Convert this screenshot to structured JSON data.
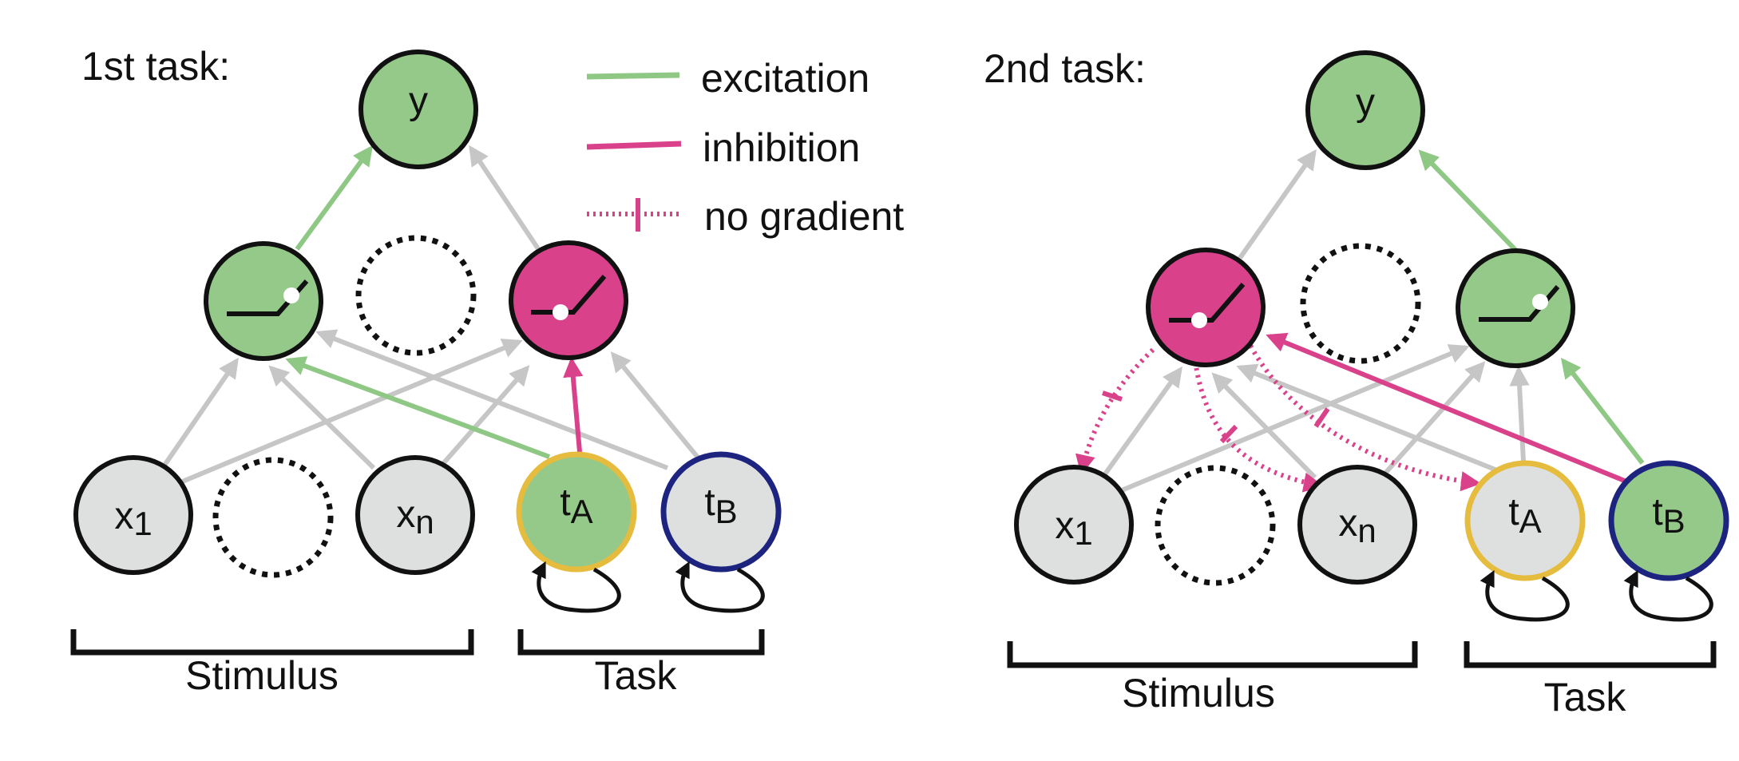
{
  "colors": {
    "excitation": "#8ec884",
    "inhibition": "#d9418a",
    "input_fill": "#dde0de",
    "active_fill": "#95c98a",
    "taskA_border": "#e5bc3d",
    "taskB_border": "#1c2480",
    "gray_edge": "#c6c6c6",
    "node_border": "#111111"
  },
  "legend": {
    "excitation": "excitation",
    "inhibition": "inhibition",
    "no_gradient": "no gradient"
  },
  "panel1": {
    "title": "1st task:",
    "output": "y",
    "x1": {
      "main": "x",
      "sub": "1"
    },
    "xn": {
      "main": "x",
      "sub": "n"
    },
    "tA": {
      "main": "t",
      "sub": "A"
    },
    "tB": {
      "main": "t",
      "sub": "B"
    },
    "stimulus": "Stimulus",
    "task": "Task"
  },
  "panel2": {
    "title": "2nd task:",
    "output": "y",
    "x1": {
      "main": "x",
      "sub": "1"
    },
    "xn": {
      "main": "x",
      "sub": "n"
    },
    "tA": {
      "main": "t",
      "sub": "A"
    },
    "tB": {
      "main": "t",
      "sub": "B"
    },
    "stimulus": "Stimulus",
    "task": "Task"
  }
}
